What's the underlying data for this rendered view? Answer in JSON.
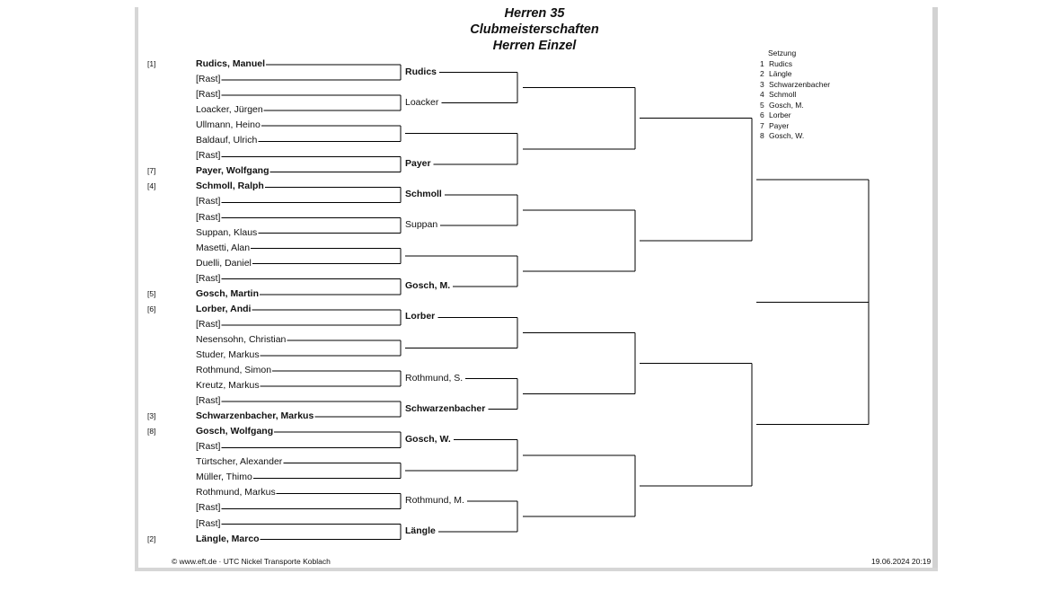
{
  "title": [
    "Herren 35",
    "Clubmeisterschaften",
    "Herren Einzel"
  ],
  "round1": [
    {
      "name": "Rudics, Manuel",
      "seed": "[1]",
      "bold": true
    },
    {
      "name": "[Rast]",
      "seed": "",
      "bold": false
    },
    {
      "name": "[Rast]",
      "seed": "",
      "bold": false
    },
    {
      "name": "Loacker, Jürgen",
      "seed": "",
      "bold": false
    },
    {
      "name": "Ullmann, Heino",
      "seed": "",
      "bold": false
    },
    {
      "name": "Baldauf, Ulrich",
      "seed": "",
      "bold": false
    },
    {
      "name": "[Rast]",
      "seed": "",
      "bold": false
    },
    {
      "name": "Payer, Wolfgang",
      "seed": "[7]",
      "bold": true
    },
    {
      "name": "Schmoll, Ralph",
      "seed": "[4]",
      "bold": true
    },
    {
      "name": "[Rast]",
      "seed": "",
      "bold": false
    },
    {
      "name": "[Rast]",
      "seed": "",
      "bold": false
    },
    {
      "name": "Suppan, Klaus",
      "seed": "",
      "bold": false
    },
    {
      "name": "Masetti, Alan",
      "seed": "",
      "bold": false
    },
    {
      "name": "Duelli, Daniel",
      "seed": "",
      "bold": false
    },
    {
      "name": "[Rast]",
      "seed": "",
      "bold": false
    },
    {
      "name": "Gosch, Martin",
      "seed": "[5]",
      "bold": true
    },
    {
      "name": "Lorber, Andi",
      "seed": "[6]",
      "bold": true
    },
    {
      "name": "[Rast]",
      "seed": "",
      "bold": false
    },
    {
      "name": "Nesensohn, Christian",
      "seed": "",
      "bold": false
    },
    {
      "name": "Studer, Markus",
      "seed": "",
      "bold": false
    },
    {
      "name": "Rothmund, Simon",
      "seed": "",
      "bold": false
    },
    {
      "name": "Kreutz, Markus",
      "seed": "",
      "bold": false
    },
    {
      "name": "[Rast]",
      "seed": "",
      "bold": false
    },
    {
      "name": "Schwarzenbacher, Markus",
      "seed": "[3]",
      "bold": true
    },
    {
      "name": "Gosch, Wolfgang",
      "seed": "[8]",
      "bold": true
    },
    {
      "name": "[Rast]",
      "seed": "",
      "bold": false
    },
    {
      "name": "Türtscher, Alexander",
      "seed": "",
      "bold": false
    },
    {
      "name": "Müller, Thimo",
      "seed": "",
      "bold": false
    },
    {
      "name": "Rothmund, Markus",
      "seed": "",
      "bold": false
    },
    {
      "name": "[Rast]",
      "seed": "",
      "bold": false
    },
    {
      "name": "[Rast]",
      "seed": "",
      "bold": false
    },
    {
      "name": "Längle, Marco",
      "seed": "[2]",
      "bold": true
    }
  ],
  "round2": [
    {
      "name": "Rudics",
      "bold": true
    },
    {
      "name": "Loacker",
      "bold": false
    },
    {
      "name": "",
      "bold": false
    },
    {
      "name": "Payer",
      "bold": true
    },
    {
      "name": "Schmoll",
      "bold": true
    },
    {
      "name": "Suppan",
      "bold": false
    },
    {
      "name": "",
      "bold": false
    },
    {
      "name": "Gosch, M.",
      "bold": true
    },
    {
      "name": "Lorber",
      "bold": true
    },
    {
      "name": "",
      "bold": false
    },
    {
      "name": "Rothmund, S.",
      "bold": false
    },
    {
      "name": "Schwarzenbacher",
      "bold": true
    },
    {
      "name": "Gosch, W.",
      "bold": true
    },
    {
      "name": "",
      "bold": false
    },
    {
      "name": "Rothmund, M.",
      "bold": false
    },
    {
      "name": "Längle",
      "bold": true
    }
  ],
  "legend": {
    "title": "Setzung",
    "entries": [
      {
        "num": "1",
        "name": "Rudics"
      },
      {
        "num": "2",
        "name": "Längle"
      },
      {
        "num": "3",
        "name": "Schwarzenbacher"
      },
      {
        "num": "4",
        "name": "Schmoll"
      },
      {
        "num": "5",
        "name": "Gosch, M."
      },
      {
        "num": "6",
        "name": "Lorber"
      },
      {
        "num": "7",
        "name": "Payer"
      },
      {
        "num": "8",
        "name": "Gosch, W."
      }
    ]
  },
  "footer": {
    "left": "© www.eft.de  ·  UTC Nickel Transporte Koblach",
    "right": "19.06.2024 20:19"
  }
}
